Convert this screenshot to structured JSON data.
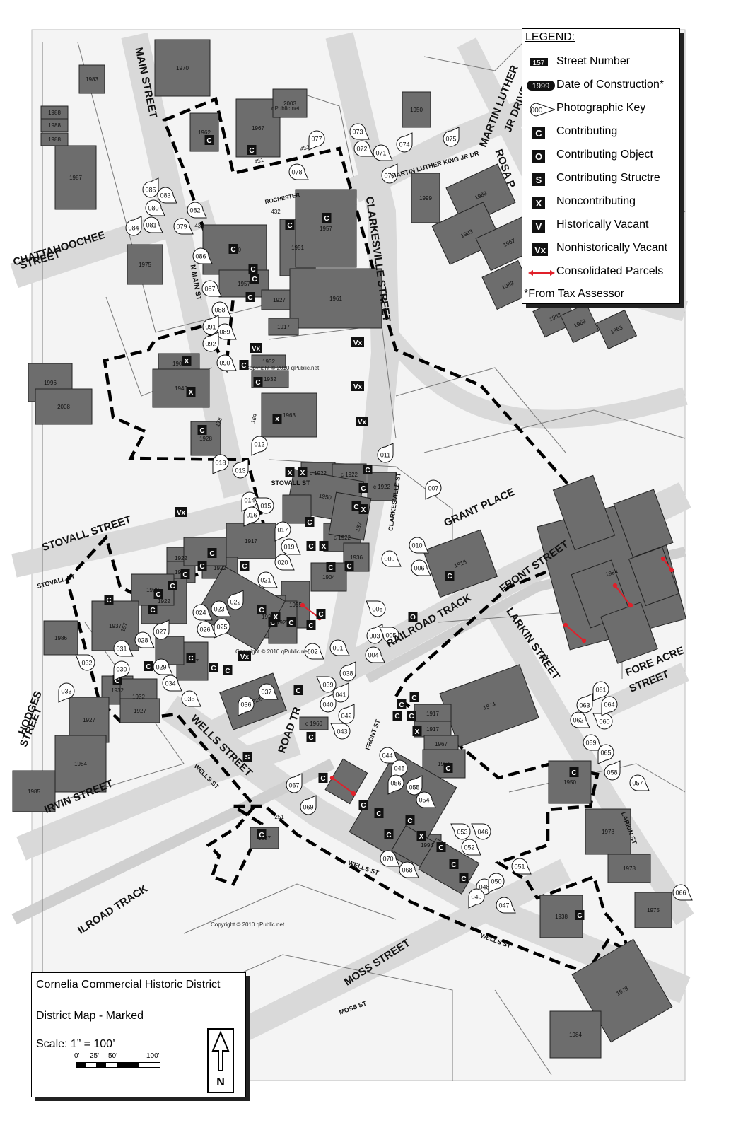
{
  "copyright": {
    "text_top": "Copyright © 2010 qPublic.net",
    "text_mid": "Copyright © 2010 qPublic.net",
    "text_bottom": "Copyright © 2010 qPublic.net",
    "text_small": "qPublic.net"
  },
  "legend": {
    "title": "LEGEND:",
    "note": "*From Tax Assessor",
    "items": [
      {
        "symbol": "157",
        "label": "Street Number",
        "kind": "number"
      },
      {
        "symbol": "1999",
        "label": "Date of Construction*",
        "kind": "date"
      },
      {
        "symbol": "000",
        "label": "Photographic Key",
        "kind": "photo"
      },
      {
        "symbol": "C",
        "label": "Contributing",
        "kind": "box"
      },
      {
        "symbol": "O",
        "label": "Contributing Object",
        "kind": "box"
      },
      {
        "symbol": "S",
        "label": "Contributing Structre",
        "kind": "box"
      },
      {
        "symbol": "X",
        "label": "Noncontributing",
        "kind": "box"
      },
      {
        "symbol": "V",
        "label": "Historically Vacant",
        "kind": "box"
      },
      {
        "symbol": "Vx",
        "label": "Nonhistorically Vacant",
        "kind": "box"
      },
      {
        "symbol": "",
        "label": "Consolidated Parcels",
        "kind": "arrow"
      }
    ]
  },
  "title_box": {
    "district": "Cornelia Commercial Historic District",
    "subtitle": "District Map - Marked",
    "scale": "Scale: 1” = 100’",
    "ticks": [
      "0'",
      "25'",
      "50'",
      "100'"
    ],
    "north": "N"
  },
  "streets": [
    {
      "text": "MAIN STREET"
    },
    {
      "text": "CHATTAHOOCHEE"
    },
    {
      "text": "STREET"
    },
    {
      "text": "N MAIN ST"
    },
    {
      "text": "CLARKESVILLE STREET"
    },
    {
      "text": "MARTIN LUTHER"
    },
    {
      "text": "JR DRIVE"
    },
    {
      "text": "MARTIN LUTHER KING JR DR"
    },
    {
      "text": "ROSA P"
    },
    {
      "text": "STOVALL STREET"
    },
    {
      "text": "STOVALL ST"
    },
    {
      "text": "STOVALL ST"
    },
    {
      "text": "GRANT PLACE"
    },
    {
      "text": "CLARKESVILLE ST"
    },
    {
      "text": "FRONT STREET"
    },
    {
      "text": "RAILROAD TRACK"
    },
    {
      "text": "LARKIN STREET"
    },
    {
      "text": "FORE ACRE"
    },
    {
      "text": "STREET"
    },
    {
      "text": "HODGES"
    },
    {
      "text": "STREET"
    },
    {
      "text": "IRVIN STREET"
    },
    {
      "text": "WELLS STREET"
    },
    {
      "text": "WELLS ST"
    },
    {
      "text": "WELLS ST"
    },
    {
      "text": "WELLS ST"
    },
    {
      "text": "ILROAD TRACK"
    },
    {
      "text": "MOSS STREET"
    },
    {
      "text": "MOSS ST"
    },
    {
      "text": "ROAD TR"
    },
    {
      "text": "FRONT ST"
    },
    {
      "text": "LARKIN ST"
    },
    {
      "text": "ROCHESTER"
    }
  ],
  "buildings": [
    {
      "date": "1970"
    },
    {
      "date": "1983"
    },
    {
      "date": "1988"
    },
    {
      "date": "1988"
    },
    {
      "date": "1988"
    },
    {
      "date": "1987"
    },
    {
      "date": "1962"
    },
    {
      "date": "1967"
    },
    {
      "date": "2003"
    },
    {
      "date": "1950"
    },
    {
      "date": "1999"
    },
    {
      "date": "1983"
    },
    {
      "date": "1983"
    },
    {
      "date": "1967"
    },
    {
      "date": "1983"
    },
    {
      "date": "1953"
    },
    {
      "date": "1963"
    },
    {
      "date": "1963"
    },
    {
      "date": "1950"
    },
    {
      "date": "1951"
    },
    {
      "date": "1957"
    },
    {
      "date": "1957"
    },
    {
      "date": "1927"
    },
    {
      "date": "1961"
    },
    {
      "date": "1917"
    },
    {
      "date": "1975"
    },
    {
      "date": "1996"
    },
    {
      "date": "1900"
    },
    {
      "date": "1946"
    },
    {
      "date": "2008"
    },
    {
      "date": "1932"
    },
    {
      "date": "1932"
    },
    {
      "date": "1963"
    },
    {
      "date": "1928"
    },
    {
      "date": "c 1922"
    },
    {
      "date": "c 1922"
    },
    {
      "date": "c 1922"
    },
    {
      "date": "1950"
    },
    {
      "date": "c 1922"
    },
    {
      "date": "1936"
    },
    {
      "date": "1917"
    },
    {
      "date": "1922"
    },
    {
      "date": "1922"
    },
    {
      "date": "1922"
    },
    {
      "date": "1922"
    },
    {
      "date": "1938"
    },
    {
      "date": "1904"
    },
    {
      "date": "1915"
    },
    {
      "date": "1937"
    },
    {
      "date": "1986"
    },
    {
      "date": "1955"
    },
    {
      "date": "1927"
    },
    {
      "date": "1927"
    },
    {
      "date": "1917"
    },
    {
      "date": "1932"
    },
    {
      "date": "1932"
    },
    {
      "date": "1927"
    },
    {
      "date": "1927"
    },
    {
      "date": "1984"
    },
    {
      "date": "1985"
    },
    {
      "date": "c 1922"
    },
    {
      "date": "1974"
    },
    {
      "date": "1917"
    },
    {
      "date": "1917"
    },
    {
      "date": "1967"
    },
    {
      "date": "1961"
    },
    {
      "date": "c 1960"
    },
    {
      "date": "1950"
    },
    {
      "date": "1937"
    },
    {
      "date": "1978"
    },
    {
      "date": "1978"
    },
    {
      "date": "1994"
    },
    {
      "date": "1938"
    },
    {
      "date": "1975"
    },
    {
      "date": "1978"
    },
    {
      "date": "1984"
    },
    {
      "date": "1984"
    }
  ],
  "symbols": [
    {
      "code": "C"
    },
    {
      "code": "C"
    },
    {
      "code": "C"
    },
    {
      "code": "C"
    },
    {
      "code": "C"
    },
    {
      "code": "C"
    },
    {
      "code": "C"
    },
    {
      "code": "C"
    },
    {
      "code": "Vx"
    },
    {
      "code": "Vx"
    },
    {
      "code": "Vx"
    },
    {
      "code": "Vx"
    },
    {
      "code": "X"
    },
    {
      "code": "X"
    },
    {
      "code": "C"
    },
    {
      "code": "C"
    },
    {
      "code": "X"
    },
    {
      "code": "C"
    },
    {
      "code": "X"
    },
    {
      "code": "X"
    },
    {
      "code": "C"
    },
    {
      "code": "C"
    },
    {
      "code": "X"
    },
    {
      "code": "C"
    },
    {
      "code": "C"
    },
    {
      "code": "X"
    },
    {
      "code": "C"
    },
    {
      "code": "C"
    },
    {
      "code": "C"
    },
    {
      "code": "Vx"
    },
    {
      "code": "C"
    },
    {
      "code": "C"
    },
    {
      "code": "C"
    },
    {
      "code": "C"
    },
    {
      "code": "C"
    },
    {
      "code": "C"
    },
    {
      "code": "C"
    },
    {
      "code": "C"
    },
    {
      "code": "C"
    },
    {
      "code": "C"
    },
    {
      "code": "C"
    },
    {
      "code": "C"
    },
    {
      "code": "C"
    },
    {
      "code": "Vx"
    },
    {
      "code": "C"
    },
    {
      "code": "C"
    },
    {
      "code": "C"
    },
    {
      "code": "C"
    },
    {
      "code": "C"
    },
    {
      "code": "O"
    },
    {
      "code": "C"
    },
    {
      "code": "C"
    },
    {
      "code": "C"
    },
    {
      "code": "C"
    },
    {
      "code": "X"
    },
    {
      "code": "C"
    },
    {
      "code": "S"
    },
    {
      "code": "C"
    },
    {
      "code": "C"
    },
    {
      "code": "C"
    },
    {
      "code": "C"
    },
    {
      "code": "C"
    },
    {
      "code": "C"
    },
    {
      "code": "X"
    },
    {
      "code": "C"
    },
    {
      "code": "C"
    },
    {
      "code": "C"
    },
    {
      "code": "C"
    },
    {
      "code": "C"
    },
    {
      "code": "C"
    },
    {
      "code": "C"
    },
    {
      "code": "X"
    },
    {
      "code": "C"
    }
  ],
  "photo_keys": [
    {
      "id": "001"
    },
    {
      "id": "002"
    },
    {
      "id": "003"
    },
    {
      "id": "004"
    },
    {
      "id": "005"
    },
    {
      "id": "006"
    },
    {
      "id": "007"
    },
    {
      "id": "008"
    },
    {
      "id": "009"
    },
    {
      "id": "010"
    },
    {
      "id": "011"
    },
    {
      "id": "012"
    },
    {
      "id": "013"
    },
    {
      "id": "014"
    },
    {
      "id": "015"
    },
    {
      "id": "016"
    },
    {
      "id": "017"
    },
    {
      "id": "018"
    },
    {
      "id": "019"
    },
    {
      "id": "020"
    },
    {
      "id": "021"
    },
    {
      "id": "022"
    },
    {
      "id": "023"
    },
    {
      "id": "024"
    },
    {
      "id": "025"
    },
    {
      "id": "026"
    },
    {
      "id": "027"
    },
    {
      "id": "028"
    },
    {
      "id": "029"
    },
    {
      "id": "030"
    },
    {
      "id": "031"
    },
    {
      "id": "032"
    },
    {
      "id": "033"
    },
    {
      "id": "034"
    },
    {
      "id": "035"
    },
    {
      "id": "036"
    },
    {
      "id": "037"
    },
    {
      "id": "038"
    },
    {
      "id": "039"
    },
    {
      "id": "040"
    },
    {
      "id": "041"
    },
    {
      "id": "042"
    },
    {
      "id": "043"
    },
    {
      "id": "044"
    },
    {
      "id": "045"
    },
    {
      "id": "046"
    },
    {
      "id": "047"
    },
    {
      "id": "048"
    },
    {
      "id": "049"
    },
    {
      "id": "050"
    },
    {
      "id": "051"
    },
    {
      "id": "052"
    },
    {
      "id": "053"
    },
    {
      "id": "054"
    },
    {
      "id": "055"
    },
    {
      "id": "056"
    },
    {
      "id": "057"
    },
    {
      "id": "058"
    },
    {
      "id": "059"
    },
    {
      "id": "060"
    },
    {
      "id": "061"
    },
    {
      "id": "062"
    },
    {
      "id": "063"
    },
    {
      "id": "064"
    },
    {
      "id": "065"
    },
    {
      "id": "066"
    },
    {
      "id": "067"
    },
    {
      "id": "068"
    },
    {
      "id": "069"
    },
    {
      "id": "070"
    },
    {
      "id": "071"
    },
    {
      "id": "072"
    },
    {
      "id": "073"
    },
    {
      "id": "074"
    },
    {
      "id": "075"
    },
    {
      "id": "076"
    },
    {
      "id": "077"
    },
    {
      "id": "078"
    },
    {
      "id": "079"
    },
    {
      "id": "080"
    },
    {
      "id": "081"
    },
    {
      "id": "082"
    },
    {
      "id": "083"
    },
    {
      "id": "084"
    },
    {
      "id": "085"
    },
    {
      "id": "086"
    },
    {
      "id": "087"
    },
    {
      "id": "088"
    },
    {
      "id": "089"
    },
    {
      "id": "090"
    },
    {
      "id": "091"
    },
    {
      "id": "092"
    }
  ],
  "street_numbers": [
    {
      "num": "451"
    },
    {
      "num": "453"
    },
    {
      "num": "436"
    },
    {
      "num": "432"
    },
    {
      "num": "178"
    },
    {
      "num": "157"
    },
    {
      "num": "169"
    },
    {
      "num": "137"
    },
    {
      "num": "741"
    },
    {
      "num": "251"
    }
  ],
  "colors": {
    "building": "#6d6d6d",
    "road": "#d9d9d9",
    "boundary": "#000000",
    "arrow": "#e0202a"
  }
}
